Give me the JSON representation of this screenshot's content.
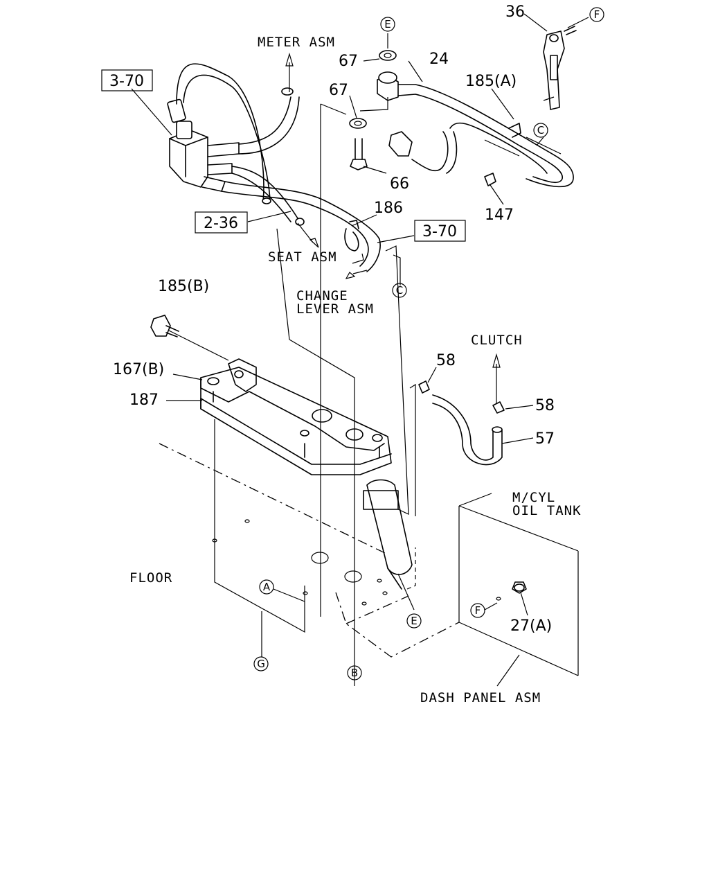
{
  "labels": {
    "meter_asm": "METER ASM",
    "seat_asm": "SEAT ASM",
    "change_lever_line1": "CHANGE",
    "change_lever_line2": "LEVER ASM",
    "clutch": "CLUTCH",
    "mcyl_line1": "M/CYL",
    "mcyl_line2": "OIL TANK",
    "floor": "FLOOR",
    "dash_panel_asm": "DASH PANEL ASM"
  },
  "ref_boxes": {
    "ref_3_70_top": "3-70",
    "ref_2_36": "2-36",
    "ref_3_70_mid": "3-70"
  },
  "part_numbers": {
    "p36": "36",
    "p67_top": "67",
    "p24": "24",
    "p185a": "185(A)",
    "p67_mid": "67",
    "p66": "66",
    "p147": "147",
    "p186": "186",
    "p185b": "185(B)",
    "p167b": "167(B)",
    "p187": "187",
    "p58_left": "58",
    "p58_right": "58",
    "p57": "57",
    "p27a": "27(A)"
  },
  "callouts": {
    "e_top": "E",
    "f_top": "F",
    "c_right": "C",
    "c_mid": "C",
    "a": "A",
    "e_bottom": "E",
    "f_bottom": "F",
    "g": "G",
    "b": "B"
  }
}
